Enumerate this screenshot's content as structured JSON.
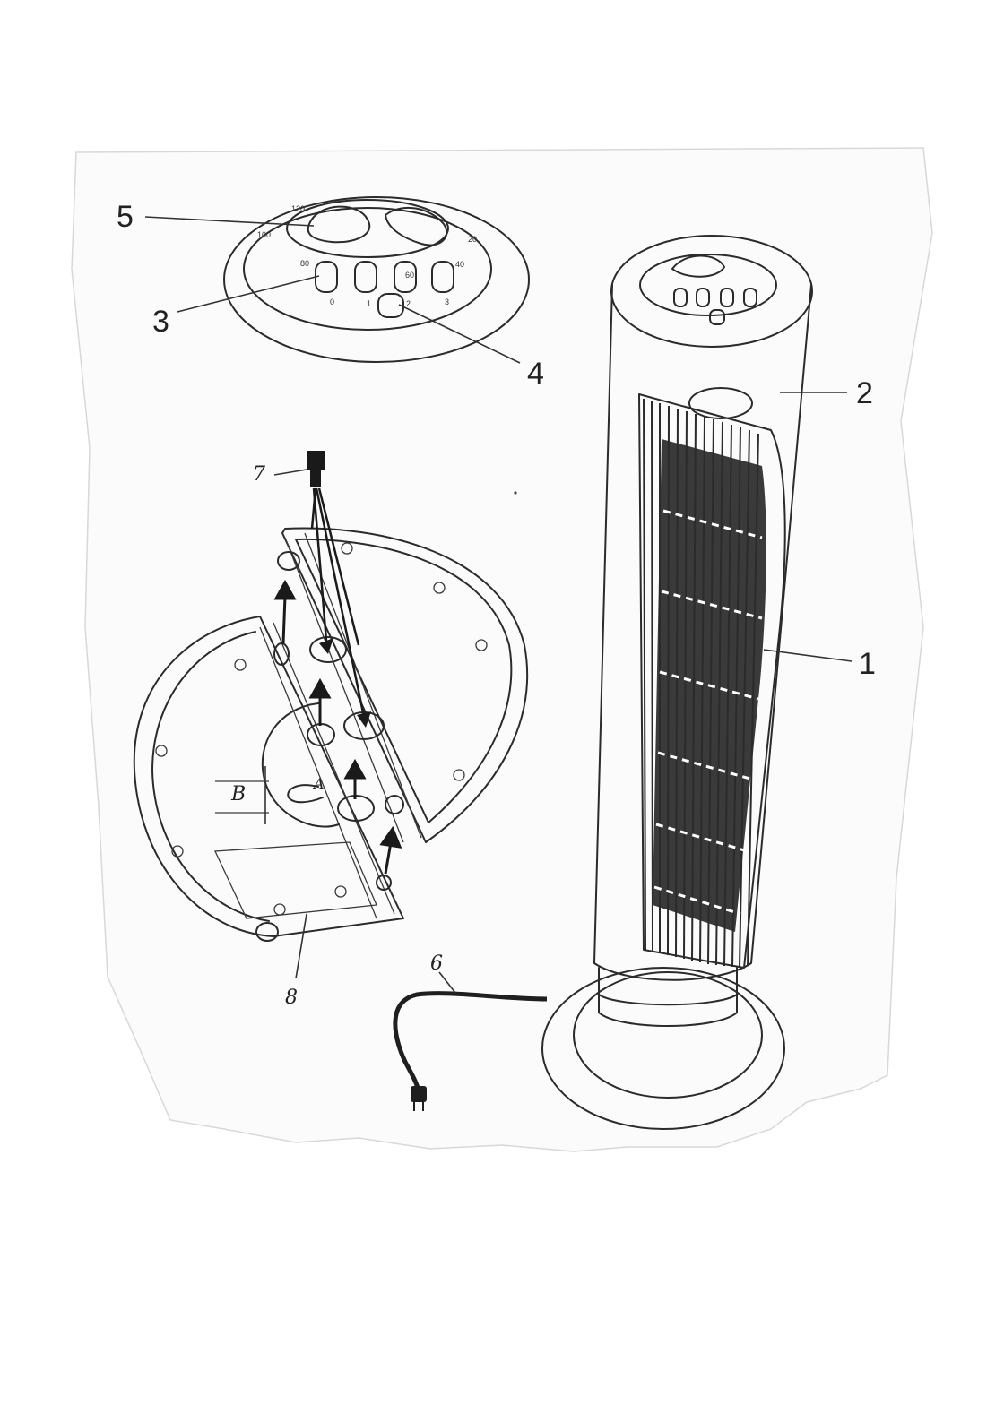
{
  "diagram": {
    "callouts": [
      {
        "id": "1",
        "label": "1"
      },
      {
        "id": "2",
        "label": "2"
      },
      {
        "id": "3",
        "label": "3"
      },
      {
        "id": "4",
        "label": "4"
      },
      {
        "id": "5",
        "label": "5"
      },
      {
        "id": "6",
        "label": "6"
      },
      {
        "id": "7",
        "label": "7"
      },
      {
        "id": "8",
        "label": "8"
      }
    ],
    "base_markers": {
      "a": "A",
      "b": "B"
    },
    "timer_marks": [
      "120",
      "100",
      "80",
      "60",
      "40",
      "20"
    ],
    "speed_marks": [
      "0",
      "1",
      "2",
      "3"
    ]
  }
}
